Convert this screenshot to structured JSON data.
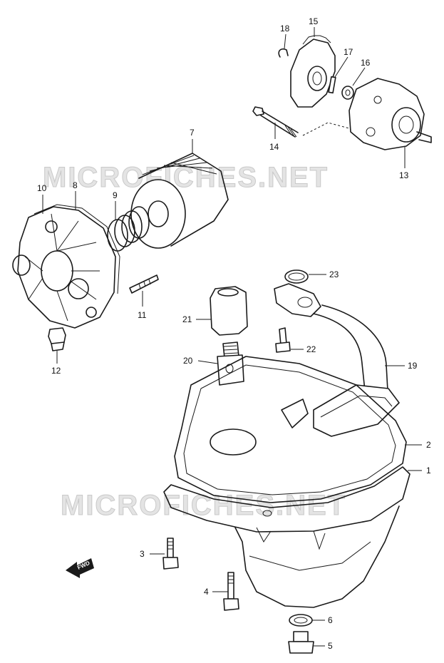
{
  "watermark": "MICROFICHES.NET",
  "fwd_label": "FWD",
  "callouts": [
    {
      "id": "c1",
      "label": "1"
    },
    {
      "id": "c2",
      "label": "2"
    },
    {
      "id": "c3",
      "label": "3"
    },
    {
      "id": "c4",
      "label": "4"
    },
    {
      "id": "c5",
      "label": "5"
    },
    {
      "id": "c6",
      "label": "6"
    },
    {
      "id": "c7",
      "label": "7"
    },
    {
      "id": "c8",
      "label": "8"
    },
    {
      "id": "c9",
      "label": "9"
    },
    {
      "id": "c10",
      "label": "10"
    },
    {
      "id": "c11",
      "label": "11"
    },
    {
      "id": "c12",
      "label": "12"
    },
    {
      "id": "c13",
      "label": "13"
    },
    {
      "id": "c14",
      "label": "14"
    },
    {
      "id": "c15",
      "label": "15"
    },
    {
      "id": "c16",
      "label": "16"
    },
    {
      "id": "c17",
      "label": "17"
    },
    {
      "id": "c18",
      "label": "18"
    },
    {
      "id": "c19",
      "label": "19"
    },
    {
      "id": "c20",
      "label": "20"
    },
    {
      "id": "c21",
      "label": "21"
    },
    {
      "id": "c22",
      "label": "22"
    },
    {
      "id": "c23",
      "label": "23"
    }
  ]
}
